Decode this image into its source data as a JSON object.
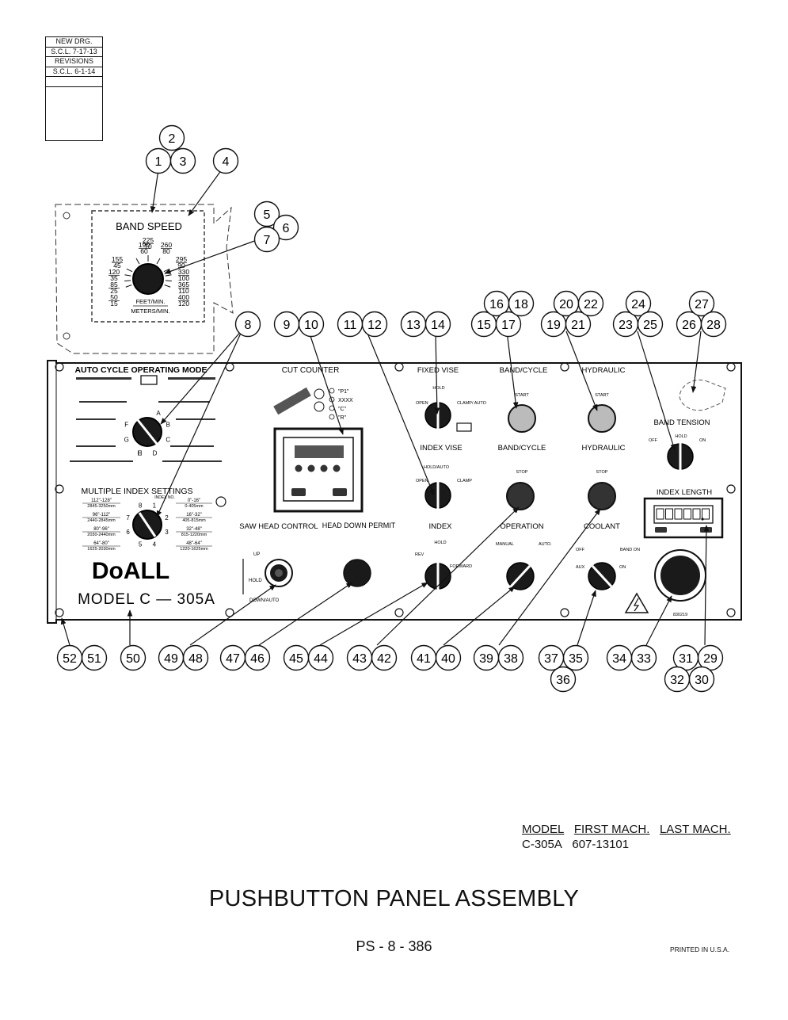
{
  "revision_block": {
    "rows": [
      "NEW DRG.",
      "S.C.L. 7-17-13",
      "REVISIONS",
      "S.C.L. 6-1-14"
    ]
  },
  "band_speed": {
    "title": "BAND SPEED",
    "feet_label": "FEET/MIN.",
    "meters_label": "METERS/MIN.",
    "feet_values": [
      "50",
      "85",
      "120",
      "155",
      "190",
      "225",
      "260",
      "295",
      "330",
      "365",
      "400"
    ],
    "meter_values": [
      "15",
      "25",
      "35",
      "45",
      "60",
      "70",
      "80",
      "90",
      "100",
      "110",
      "120"
    ]
  },
  "panel": {
    "auto_cycle": "AUTO CYCLE OPERATING MODE",
    "multiple_index": "MULTIPLE INDEX SETTINGS",
    "cut_counter": "CUT COUNTER",
    "counter_modes": [
      "\"P1\"",
      "XXXX",
      "\"C\"",
      "\"R\""
    ],
    "saw_head_control": "SAW HEAD CONTROL",
    "saw_head_up": "UP",
    "saw_head_hold": "HOLD",
    "saw_head_down": "DOWN/AUTO",
    "head_down_permit": "HEAD DOWN PERMIT",
    "fixed_vise": "FIXED VISE",
    "fixed_vise_hold": "HOLD",
    "vise_open": "OPEN",
    "fixed_vise_clamp": "CLAMP/ AUTO",
    "index_vise": "INDEX VISE",
    "index_vise_hold": "HOLD/AUTO",
    "index_vise_clamp": "CLAMP",
    "index": "INDEX",
    "index_hold": "HOLD",
    "index_rev": "REV",
    "index_forward": "FORWARD",
    "band_cycle_start": "BAND/CYCLE",
    "start_label": "START",
    "band_cycle_stop": "BAND/CYCLE",
    "stop_label": "STOP",
    "operation": "OPERATION",
    "manual": "MANUAL",
    "auto": "AUTO.",
    "hydraulic_start": "HYDRAULIC",
    "hydraulic_stop": "HYDRAULIC",
    "coolant": "COOLANT",
    "coolant_off": "OFF",
    "coolant_aux": "AUX",
    "coolant_on": "ON",
    "coolant_band_on": "BAND ON",
    "band_tension": "BAND TENSION",
    "tension_off": "OFF",
    "tension_hold": "HOLD",
    "tension_on": "ON",
    "index_length": "INDEX LENGTH",
    "brand": "DoALL",
    "model": "MODEL C — 305A",
    "part_no": "830219",
    "mode_letters": [
      "A",
      "B",
      "C",
      "D",
      "E",
      "F",
      "G",
      "H"
    ],
    "index_numbers": [
      "1",
      "2",
      "3",
      "4",
      "5",
      "6",
      "7",
      "8"
    ],
    "index_ranges_left": [
      "112\"-128\"",
      "2845-3250mm",
      "96\"-112\"",
      "2440-2845mm",
      "80\"-96\"",
      "2030-2440mm",
      "64\"-80\"",
      "1625-2030mm"
    ],
    "index_ranges_right": [
      "0\"-16\"",
      "0-405mm",
      "16\"-32\"",
      "405-815mm",
      "32\"-48\"",
      "815-1220mm",
      "48\"-64\"",
      "1220-1625mm"
    ],
    "index_header": "INDEX NO."
  },
  "callouts": [
    "1",
    "2",
    "3",
    "4",
    "5",
    "6",
    "7",
    "8",
    "9",
    "10",
    "11",
    "12",
    "13",
    "14",
    "15",
    "16",
    "17",
    "18",
    "19",
    "20",
    "21",
    "22",
    "23",
    "24",
    "25",
    "26",
    "27",
    "28",
    "29",
    "30",
    "31",
    "32",
    "33",
    "34",
    "35",
    "36",
    "37",
    "38",
    "39",
    "40",
    "41",
    "42",
    "43",
    "44",
    "45",
    "46",
    "47",
    "48",
    "49",
    "50",
    "51",
    "52"
  ],
  "model_table": {
    "headers": [
      "MODEL",
      "FIRST MACH.",
      "LAST MACH."
    ],
    "row": [
      "C-305A",
      "607-13101",
      ""
    ]
  },
  "title": "PUSHBUTTON PANEL ASSEMBLY",
  "page_number": "PS - 8 - 386",
  "printed": "PRINTED IN U.S.A."
}
